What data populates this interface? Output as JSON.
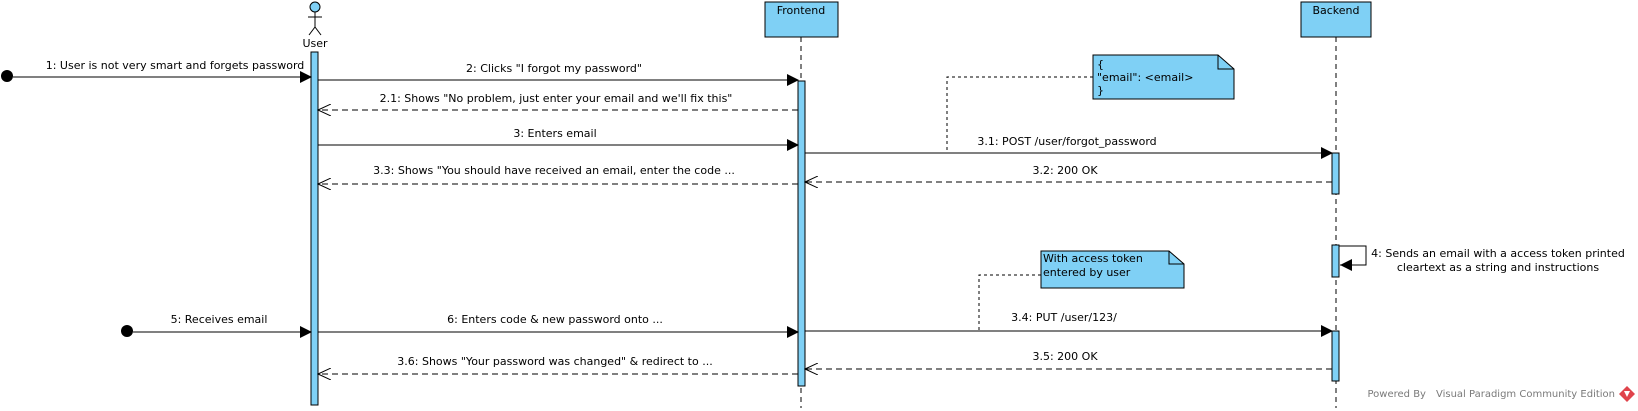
{
  "participants": {
    "user": "User",
    "frontend": "Frontend",
    "backend": "Backend"
  },
  "messages": {
    "m1": "1: User is not very smart and forgets password",
    "m2": "2: Clicks \"I forgot my password\"",
    "m2_1": "2.1: Shows \"No problem, just enter your email and we'll fix this\"",
    "m3": "3: Enters email",
    "m3_1": "3.1: POST /user/forgot_password",
    "m3_2": "3.2: 200 OK",
    "m3_3": "3.3: Shows \"You should have received an email, enter the code ...",
    "m4_line1": "4: Sends an email with a access token printed",
    "m4_line2": "cleartext as a string and instructions",
    "m5": "5: Receives email",
    "m6": "6: Enters code & new password onto ...",
    "m3_4": "3.4: PUT /user/123/",
    "m3_5": "3.5: 200 OK",
    "m3_6": "3.6: Shows \"Your password was changed\" & redirect to ..."
  },
  "notes": {
    "email_json": [
      "{",
      "\"email\": <email>",
      "}"
    ],
    "access_token": [
      "With access token",
      "entered by user"
    ]
  },
  "footer": {
    "powered_by": "Powered By Visual Paradigm Community Edition"
  },
  "colors": {
    "fill": "#7fd0f5",
    "stroke": "#000000"
  }
}
